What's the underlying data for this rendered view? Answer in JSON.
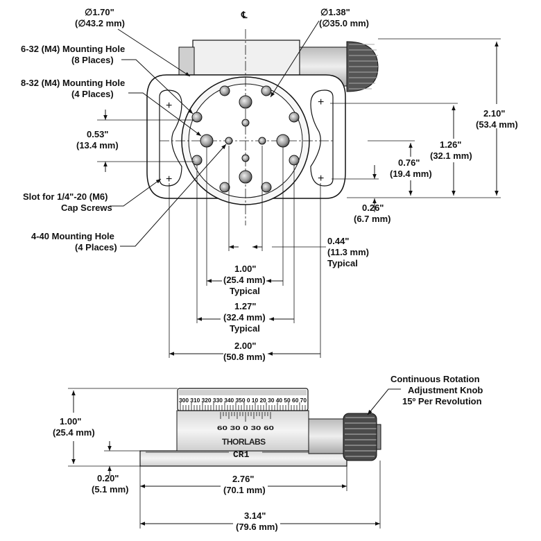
{
  "top_view": {
    "centerline_symbol": "℄",
    "dim_diameter_large": {
      "line1": "∅1.70\"",
      "line2": "(∅43.2 mm)"
    },
    "dim_diameter_small": {
      "line1": "∅1.38\"",
      "line2": "(∅35.0 mm)"
    },
    "callout_632": {
      "line1": "6-32 (M4) Mounting Hole",
      "line2": "(8 Places)"
    },
    "callout_832": {
      "line1": "8-32 (M4) Mounting Hole",
      "line2": "(4 Places)"
    },
    "callout_slot": {
      "line1": "Slot for 1/4\"-20 (M6)",
      "line2": "Cap Screws"
    },
    "callout_440": {
      "line1": "4-40 Mounting Hole",
      "line2": "(4 Places)"
    },
    "dim_053": {
      "line1": "0.53\"",
      "line2": "(13.4 mm)"
    },
    "dim_210": {
      "line1": "2.10\"",
      "line2": "(53.4 mm)"
    },
    "dim_126": {
      "line1": "1.26\"",
      "line2": "(32.1 mm)"
    },
    "dim_076": {
      "line1": "0.76\"",
      "line2": "(19.4 mm)"
    },
    "dim_026": {
      "line1": "0.26\"",
      "line2": "(6.7 mm)"
    },
    "dim_044": {
      "line1": "0.44\"",
      "line2": "(11.3 mm)",
      "line3": "Typical"
    },
    "dim_100": {
      "line1": "1.00\"",
      "line2": "(25.4 mm)",
      "line3": "Typical"
    },
    "dim_127": {
      "line1": "1.27\"",
      "line2": "(32.4 mm)",
      "line3": "Typical"
    },
    "dim_200": {
      "line1": "2.00\"",
      "line2": "(50.8 mm)"
    }
  },
  "side_view": {
    "callout_knob": {
      "line1": "Continuous Rotation",
      "line2": "Adjustment Knob",
      "line3": "15º Per Revolution"
    },
    "dim_100h": {
      "line1": "1.00\"",
      "line2": "(25.4 mm)"
    },
    "dim_020": {
      "line1": "0.20\"",
      "line2": "(5.1 mm)"
    },
    "dim_276": {
      "line1": "2.76\"",
      "line2": "(70.1 mm)"
    },
    "dim_314": {
      "line1": "3.14\"",
      "line2": "(79.6 mm)"
    },
    "brand_label": "THORLABS",
    "model_label": "CR1",
    "rotation_scale": "300 310 320 330 340 350  0  10  20  30  40  50  60  70",
    "vernier_scale": "60  30  0  30  60"
  }
}
